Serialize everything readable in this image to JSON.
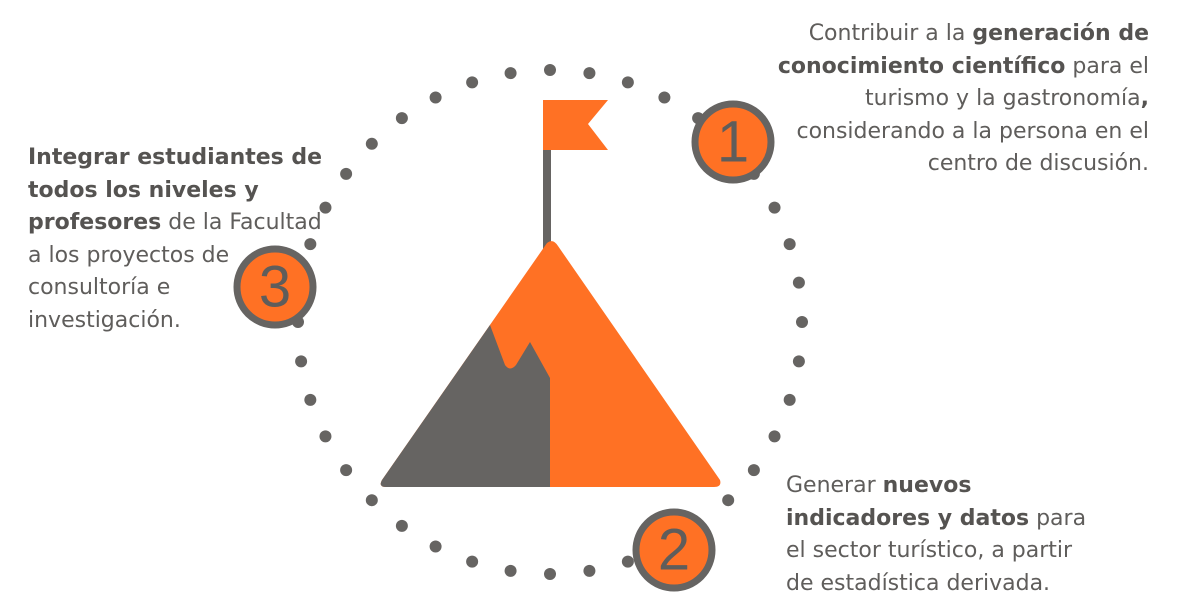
{
  "colors": {
    "accent": "#FF7124",
    "gray": "#666462"
  },
  "goals": [
    {
      "number": "1",
      "parts": [
        {
          "t": "Contribuir a la ",
          "b": false
        },
        {
          "t": "generación de conocimiento científico",
          "b": true
        },
        {
          "t": " para el turismo y la gastronomía",
          "b": false
        },
        {
          "t": ",",
          "b": true
        },
        {
          "t": " considerando a la persona en el centro de discusión.",
          "b": false
        }
      ]
    },
    {
      "number": "2",
      "parts": [
        {
          "t": "Generar ",
          "b": false
        },
        {
          "t": "nuevos indicadores y datos",
          "b": true
        },
        {
          "t": " para el sector turístico, a partir de estadística derivada.",
          "b": false
        }
      ]
    },
    {
      "number": "3",
      "parts": [
        {
          "t": "Integrar estudiantes de todos los niveles y profesores",
          "b": true
        },
        {
          "t": " de la Facultad a los proyectos de consultoría e investigación.",
          "b": false
        }
      ]
    }
  ]
}
